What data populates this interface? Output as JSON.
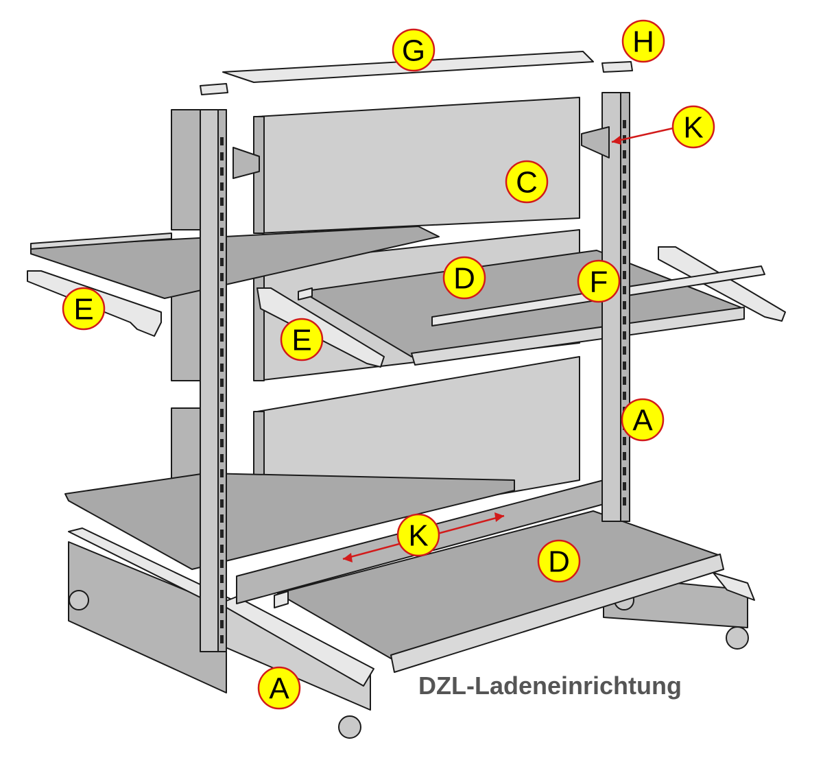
{
  "caption": "DZL-Ladeneinrichtung",
  "colors": {
    "label_fill": "#ffff00",
    "label_stroke": "#d21a1a",
    "arrow": "#d21a1a",
    "caption": "#555555"
  },
  "labels": {
    "G": "G",
    "H": "H",
    "K_top": "K",
    "C": "C",
    "D_upper": "D",
    "F": "F",
    "E_left": "E",
    "E_center": "E",
    "A_right": "A",
    "K_bottom": "K",
    "D_lower": "D",
    "A_bottom": "A"
  }
}
